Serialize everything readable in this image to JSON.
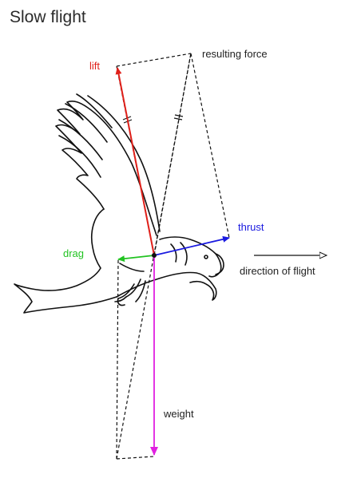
{
  "title": "Slow flight",
  "labels": {
    "lift": "lift",
    "resulting_force": "resulting force",
    "thrust": "thrust",
    "drag": "drag",
    "direction": "direction of flight",
    "weight": "weight"
  },
  "colors": {
    "lift": "#e0201a",
    "thrust": "#1a1ae0",
    "drag": "#22c322",
    "weight": "#e020e0",
    "outline": "#111111",
    "construction": "#111111"
  },
  "icons": {
    "bird": "eagle-outline-icon",
    "arrow": "direction-arrow-icon"
  }
}
